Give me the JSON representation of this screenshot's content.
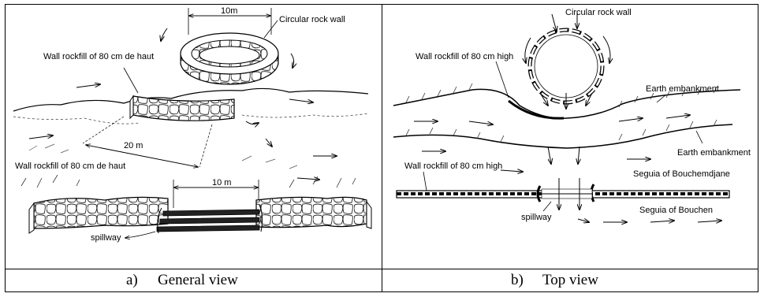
{
  "panel_a": {
    "caption_letter": "a)",
    "caption_text": "General view",
    "labels": {
      "dim_10m_top": "10m",
      "circular_rock_wall": "Circular rock wall",
      "wall_rockfill_1": "Wall rockfill of 80 cm de haut",
      "dim_20m": "20 m",
      "wall_rockfill_2": "Wall rockfill of 80 cm de haut",
      "dim_10m_bottom": "10 m",
      "spillway": "spillway"
    }
  },
  "panel_b": {
    "caption_letter": "b)",
    "caption_text": "Top view",
    "labels": {
      "circular_rock_wall": "Circular rock wall",
      "wall_rockfill_1": "Wall rockfill of 80 cm high",
      "earth_embankment_1": "Earth embankment",
      "earth_embankment_2": "Earth embankment",
      "wall_rockfill_2": "Wall rockfill of 80 cm high",
      "seguia_bouchemdjane": "Seguia of Bouchemdjane",
      "spillway": "spillway",
      "seguia_bouchen": "Seguia of Bouchen"
    }
  }
}
